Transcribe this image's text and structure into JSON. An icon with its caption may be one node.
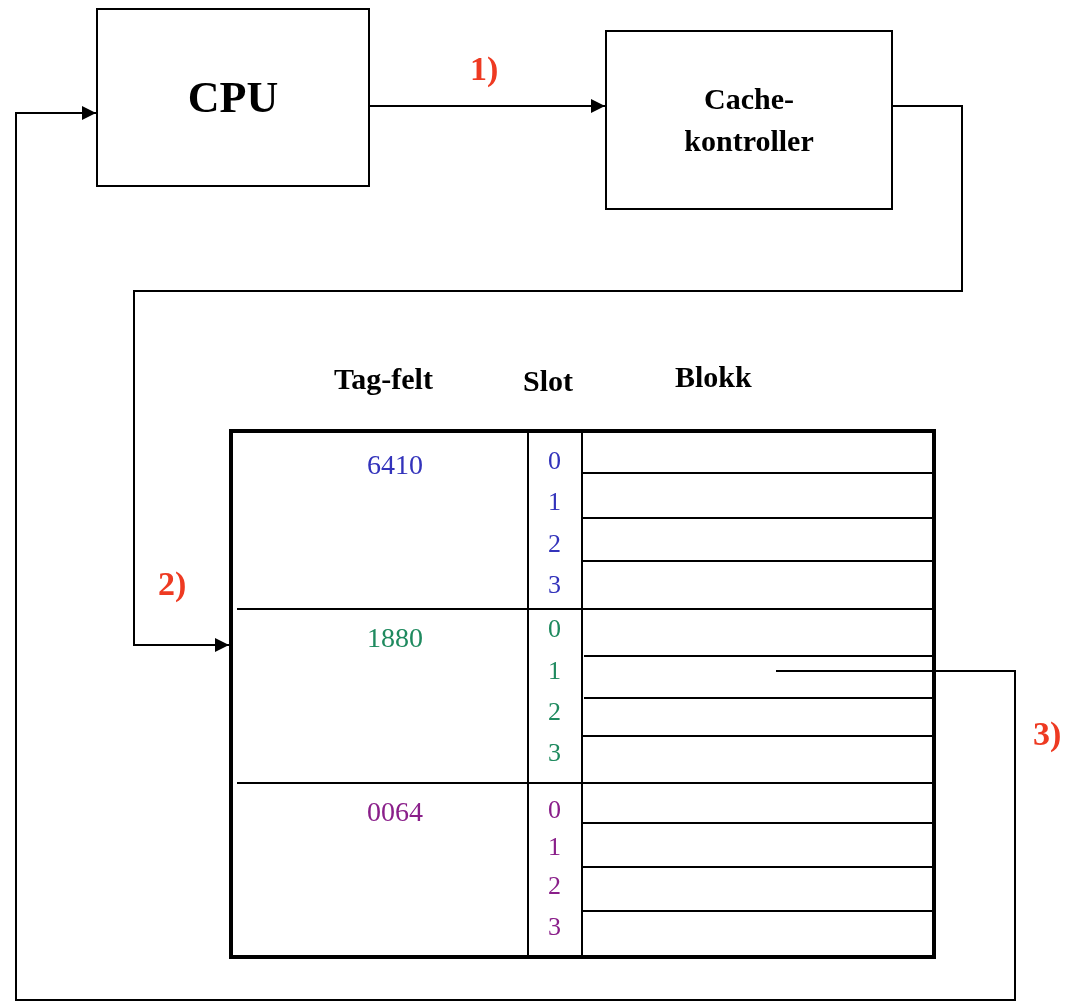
{
  "diagram": {
    "nodes": [
      {
        "text": [
          "CPU"
        ]
      },
      {
        "text": [
          "Cache-kontroller"
        ]
      },
      {
        "text": [],
        "shape": "box"
      },
      {
        "text": [
          "6410"
        ],
        "in": 2
      },
      {
        "text": [
          "1880"
        ],
        "in": 2
      },
      {
        "text": [
          "0064"
        ],
        "in": 2
      },
      {
        "text": [],
        "shape": "box",
        "in": 4
      }
    ],
    "edges": [
      {
        "from": 0,
        "to": 1,
        "arrow": "to",
        "label": "1)"
      },
      {
        "from": 1,
        "to": 2,
        "arrow": "to",
        "label": "2)"
      },
      {
        "from": 6,
        "to": 0,
        "arrow": "to",
        "label": "3)"
      }
    ],
    "labels": [
      "Tag-felt",
      "Slot",
      "Blokk",
      "0",
      "1",
      "2",
      "3",
      "0",
      "1",
      "2",
      "3",
      "0",
      "1",
      "2",
      "3"
    ]
  }
}
